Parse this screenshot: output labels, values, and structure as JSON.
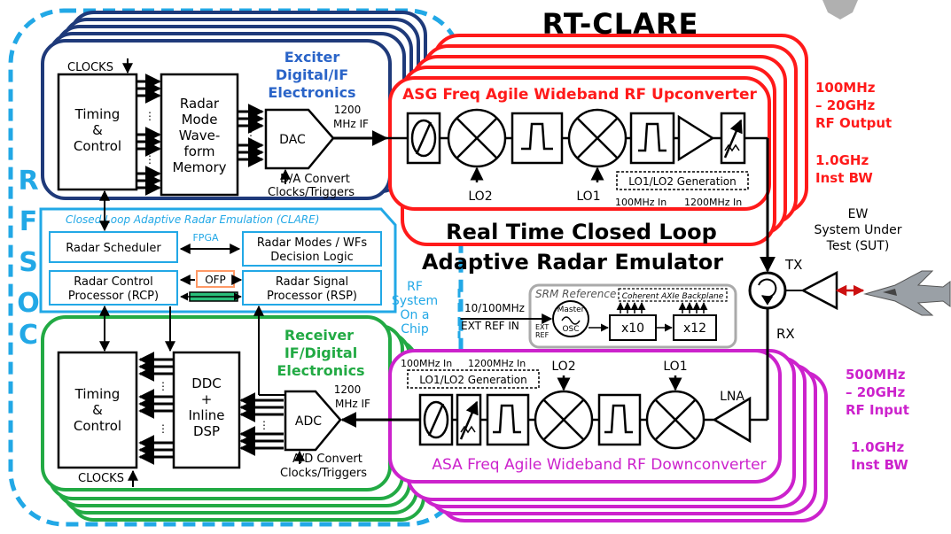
{
  "title": "RT-CLARE",
  "center_title": [
    "Real Time Closed Loop",
    "Adaptive Radar Emulator"
  ],
  "rfsoc_label": [
    "R",
    "F",
    "S",
    "O",
    "C"
  ],
  "rf_system_chip": [
    "RF",
    "System",
    "On a",
    "Chip"
  ],
  "exciter": {
    "title": [
      "Exciter",
      "Digital/IF",
      "Electronics"
    ],
    "clocks": "CLOCKS",
    "timing": [
      "Timing",
      "&",
      "Control"
    ],
    "memory": [
      "Radar",
      "Mode",
      "Wave-",
      "form",
      "Memory"
    ],
    "dac": "DAC",
    "if_label": [
      "1200",
      "MHz IF"
    ],
    "convert": [
      "D/A Convert",
      "Clocks/Triggers"
    ]
  },
  "clare": {
    "title": "Closed Loop Adaptive Radar Emulation (CLARE)",
    "fpga": "FPGA",
    "scheduler": "Radar Scheduler",
    "modes": [
      "Radar Modes / WFs",
      "Decision Logic"
    ],
    "rcp": [
      "Radar Control",
      "Processor (RCP)"
    ],
    "ofp": "OFP",
    "rsp": [
      "Radar Signal",
      "Processor (RSP)"
    ]
  },
  "receiver": {
    "title": [
      "Receiver",
      "IF/Digital",
      "Electronics"
    ],
    "timing": [
      "Timing",
      "&",
      "Control"
    ],
    "ddc": [
      "DDC",
      "+",
      "Inline",
      "DSP"
    ],
    "adc": "ADC",
    "if_label": [
      "1200",
      "MHz IF"
    ],
    "convert": [
      "A/D Convert",
      "Clocks/Triggers"
    ],
    "clocks": "CLOCKS"
  },
  "upconverter": {
    "title": "ASG Freq Agile Wideband RF Upconverter",
    "lo2": "LO2",
    "lo1": "LO1",
    "lo_gen": "LO1/LO2 Generation",
    "lo_in_100": "100MHz In",
    "lo_in_1200": "1200MHz In"
  },
  "downconverter": {
    "title": "ASA Freq Agile Wideband RF Downconverter",
    "lo_in_100": "100MHz In",
    "lo_in_1200": "1200MHz In",
    "lo_gen": "LO1/LO2 Generation",
    "lo2": "LO2",
    "lo1": "LO1",
    "lna": "LNA"
  },
  "srm": {
    "title": "SRM Reference",
    "backplane": "Coherent AXIe Backplane",
    "ext_in": [
      "10/100MHz",
      "EXT REF IN"
    ],
    "ext_ref": [
      "EXT",
      "REF"
    ],
    "master": [
      "Master",
      "OSC"
    ],
    "x10": "x10",
    "x12": "x12"
  },
  "tx": "TX",
  "rx": "RX",
  "sut": [
    "EW",
    "System Under",
    "Test (SUT)"
  ],
  "rf_output": [
    "100MHz",
    "– 20GHz",
    "RF Output"
  ],
  "inst_bw_top": [
    "1.0GHz",
    "Inst BW"
  ],
  "rf_input": [
    "500MHz",
    "– 20GHz",
    "RF Input"
  ],
  "inst_bw_bottom": [
    "1.0GHz",
    "Inst BW"
  ],
  "colors": {
    "red": "#ff1a1a",
    "navy": "#1f3a7a",
    "green": "#22aa44",
    "magenta": "#cc22cc",
    "cyan": "#22a8e6",
    "title_blue": "#2a64c8"
  }
}
